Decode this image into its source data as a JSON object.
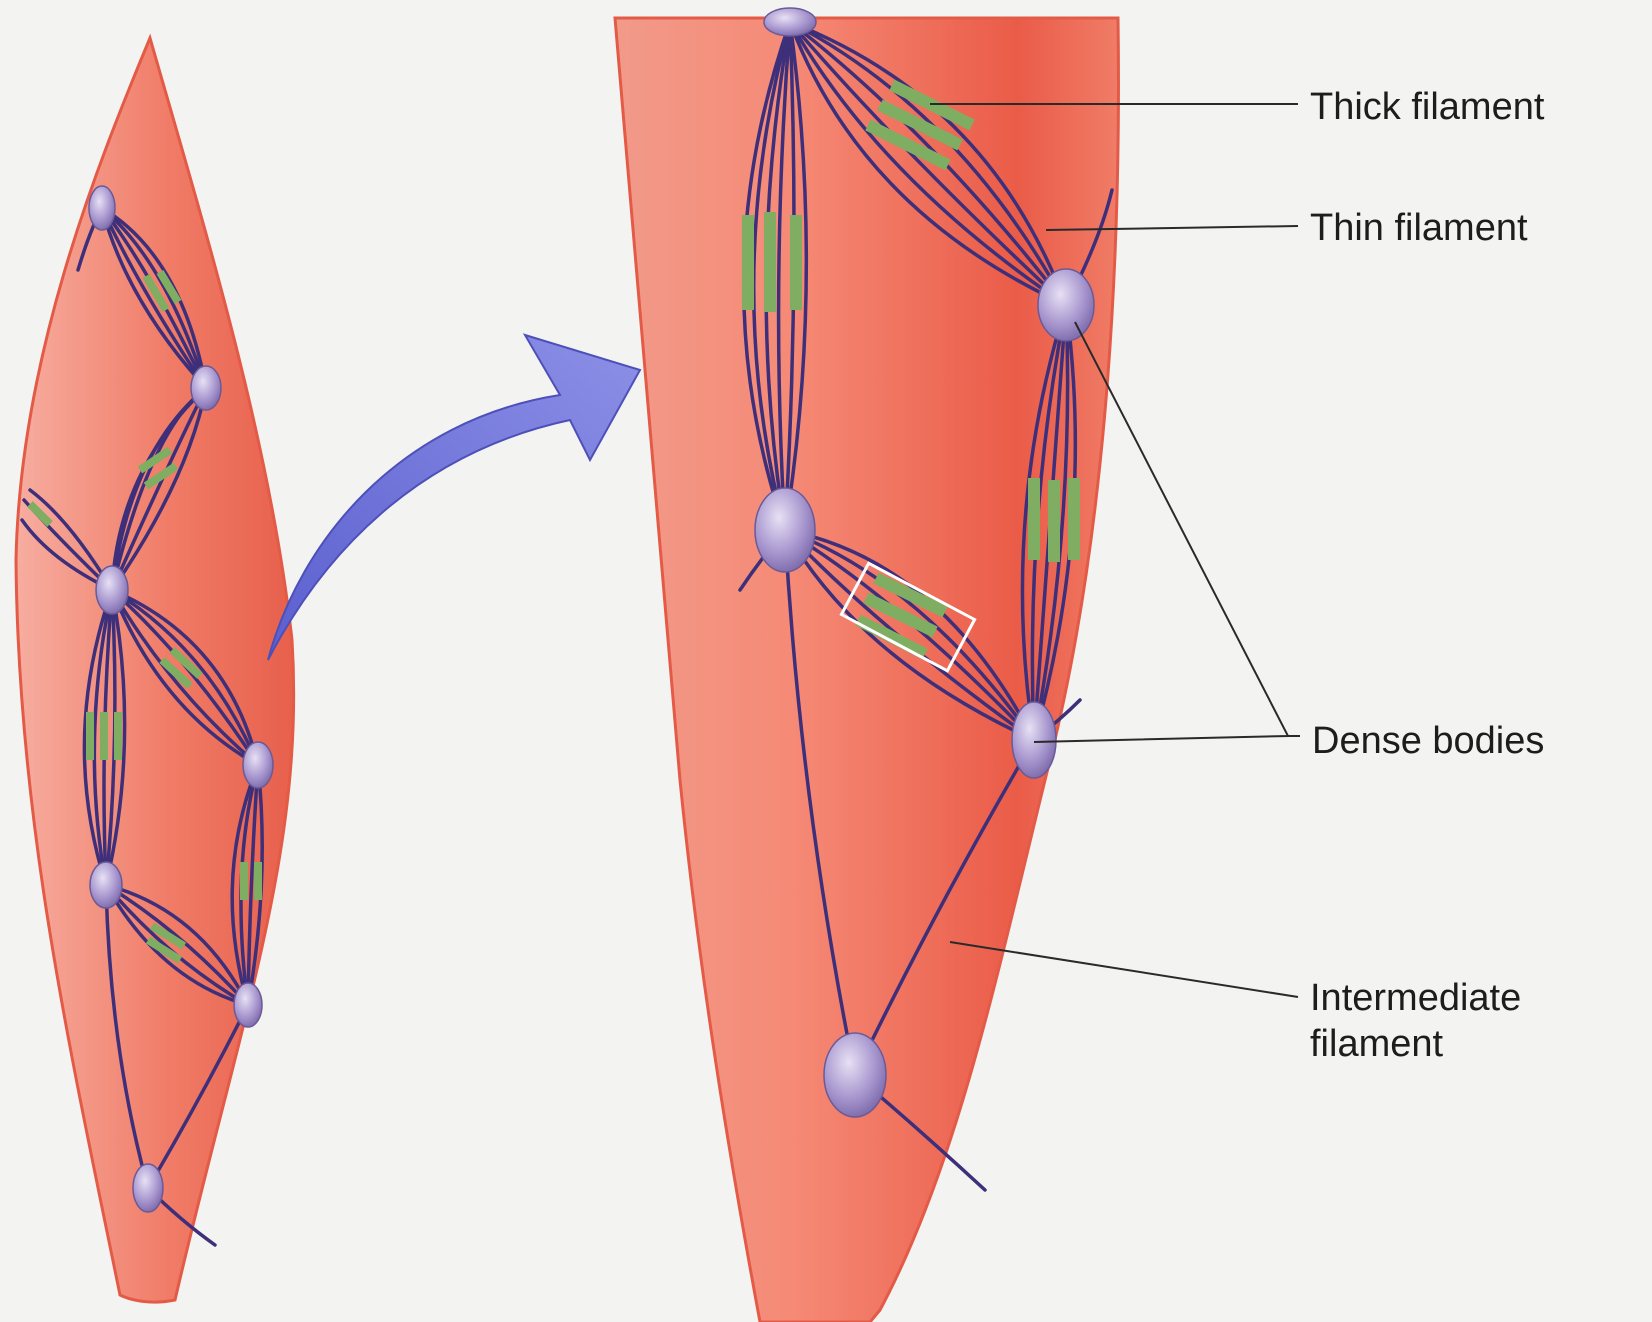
{
  "labels": {
    "thick_filament": "Thick filament",
    "thin_filament": "Thin filament",
    "dense_bodies": "Dense bodies",
    "intermediate_filament": "Intermediate\nfilament"
  },
  "colors": {
    "background": "#f3f3f2",
    "cell_fill": "#f07c67",
    "cell_edge": "#e35b47",
    "thin_filament": "#3d2f7a",
    "thick_filament": "#7fae63",
    "dense_body": "#a897cf",
    "arrow": "#6f72d8",
    "leader_line": "#2a2a2a"
  }
}
